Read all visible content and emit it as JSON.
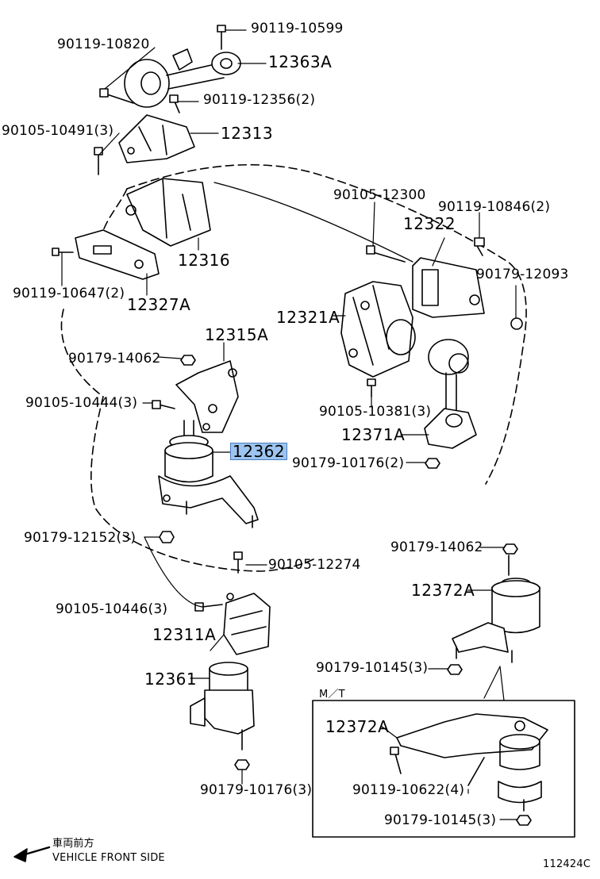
{
  "labels": {
    "p90119_10599": "90119-10599",
    "p90119_10820": "90119-10820",
    "p12363A": "12363A",
    "p90119_12356": "90119-12356(2)",
    "p90105_10491": "90105-10491(3)",
    "p12313": "12313",
    "p90105_12300": "90105-12300",
    "p90119_10846": "90119-10846(2)",
    "p12322": "12322",
    "p12316": "12316",
    "p90179_12093": "90179-12093",
    "p90119_10647": "90119-10647(2)",
    "p12327A": "12327A",
    "p12321A": "12321A",
    "p12315A": "12315A",
    "p90179_14062_a": "90179-14062",
    "p90105_10444": "90105-10444(3)",
    "p90105_10381": "90105-10381(3)",
    "p12371A": "12371A",
    "p12362": "12362",
    "p90179_10176_a": "90179-10176(2)",
    "p90179_12152": "90179-12152(3)",
    "p90179_14062_b": "90179-14062",
    "p90105_12274": "90105-12274",
    "p12372A_a": "12372A",
    "p90105_10446": "90105-10446(3)",
    "p12311A": "12311A",
    "p90179_10145_a": "90179-10145(3)",
    "p12361": "12361",
    "mt": "M／T",
    "p12372A_b": "12372A",
    "p90119_10622": "90119-10622(4)",
    "p90179_10176_b": "90179-10176(3)",
    "p90179_10145_b": "90179-10145(3)",
    "front_jp": "車両前方",
    "front_en": "VEHICLE FRONT SIDE",
    "diagram_code": "112424C"
  },
  "highlight_color": "#9cc4ef"
}
